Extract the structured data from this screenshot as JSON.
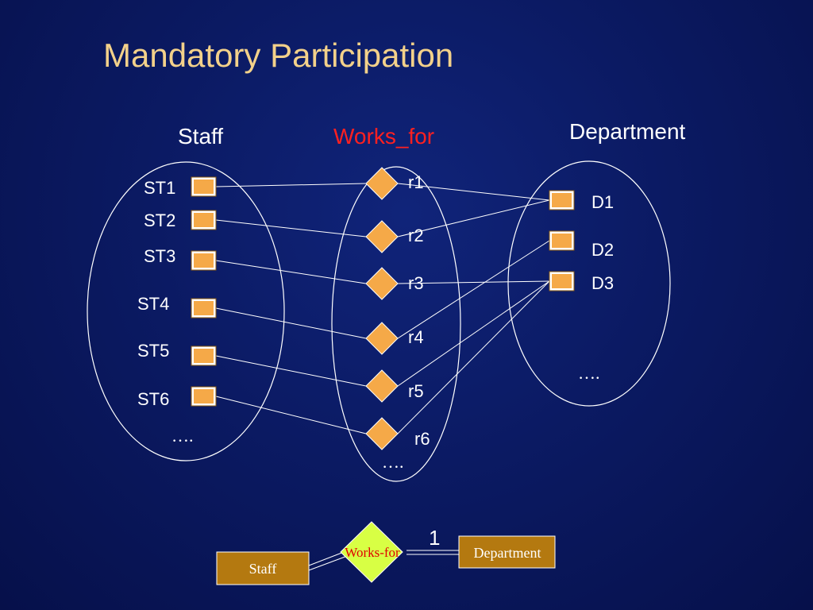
{
  "title": "Mandatory Participation",
  "sets": {
    "staff": {
      "label": "Staff",
      "more": "…."
    },
    "relationship": {
      "label": "Works_for",
      "more": "…."
    },
    "department": {
      "label": "Department",
      "more": "…."
    }
  },
  "staff_items": [
    "ST1",
    "ST2",
    "ST3",
    "ST4",
    "ST5",
    "ST6"
  ],
  "relationship_items": [
    "r1",
    "r2",
    "r3",
    "r4",
    "r5",
    "r6"
  ],
  "department_items": [
    "D1",
    "D2",
    "D3"
  ],
  "links": [
    {
      "staff": "ST1",
      "rel": "r1",
      "dept": "D1"
    },
    {
      "staff": "ST2",
      "rel": "r2",
      "dept": "D1"
    },
    {
      "staff": "ST3",
      "rel": "r3",
      "dept": "D3"
    },
    {
      "staff": "ST4",
      "rel": "r4",
      "dept": "D2"
    },
    {
      "staff": "ST5",
      "rel": "r5",
      "dept": "D3"
    },
    {
      "staff": "ST6",
      "rel": "r6",
      "dept": "D3"
    }
  ],
  "er": {
    "entity_left": "Staff",
    "relationship": "Works-for",
    "entity_right": "Department",
    "cardinality_right": "1"
  },
  "colors": {
    "title": "#f3d18a",
    "box_fill": "#f5a948",
    "diamond_fill": "#f5a948",
    "line": "#ffffff",
    "er_entity": "#b47910",
    "er_diamond": "#d8ff44",
    "relationship_label": "#ff2020"
  }
}
